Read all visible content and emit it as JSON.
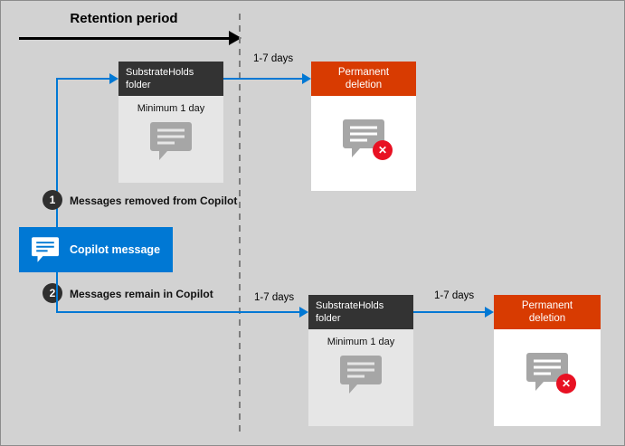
{
  "title": "Retention period",
  "flow": {
    "substrate_top": {
      "label": "SubstrateHolds folder",
      "min": "Minimum 1 day"
    },
    "duration_top": "1-7  days",
    "deletion_top": {
      "label": "Permanent deletion"
    },
    "step1": {
      "num": "1",
      "label": "Messages removed from Copilot"
    },
    "copilot": {
      "label": "Copilot message"
    },
    "step2": {
      "num": "2",
      "label": "Messages remain in Copilot"
    },
    "duration_bottom_left": "1-7 days",
    "substrate_bottom": {
      "label": "SubstrateHolds folder",
      "min": "Minimum 1 day"
    },
    "duration_bottom_right": "1-7 days",
    "deletion_bottom": {
      "label": "Permanent deletion"
    }
  },
  "icons": {
    "delete_x": "✕"
  },
  "colors": {
    "background": "#d2d2d2",
    "accent_blue": "#0078d4",
    "dark_box": "#333333",
    "orange_box": "#d83b01",
    "light_panel": "#e6e6e6",
    "white_panel": "#ffffff",
    "icon_gray": "#a6a6a6",
    "delete_red": "#e81123"
  }
}
